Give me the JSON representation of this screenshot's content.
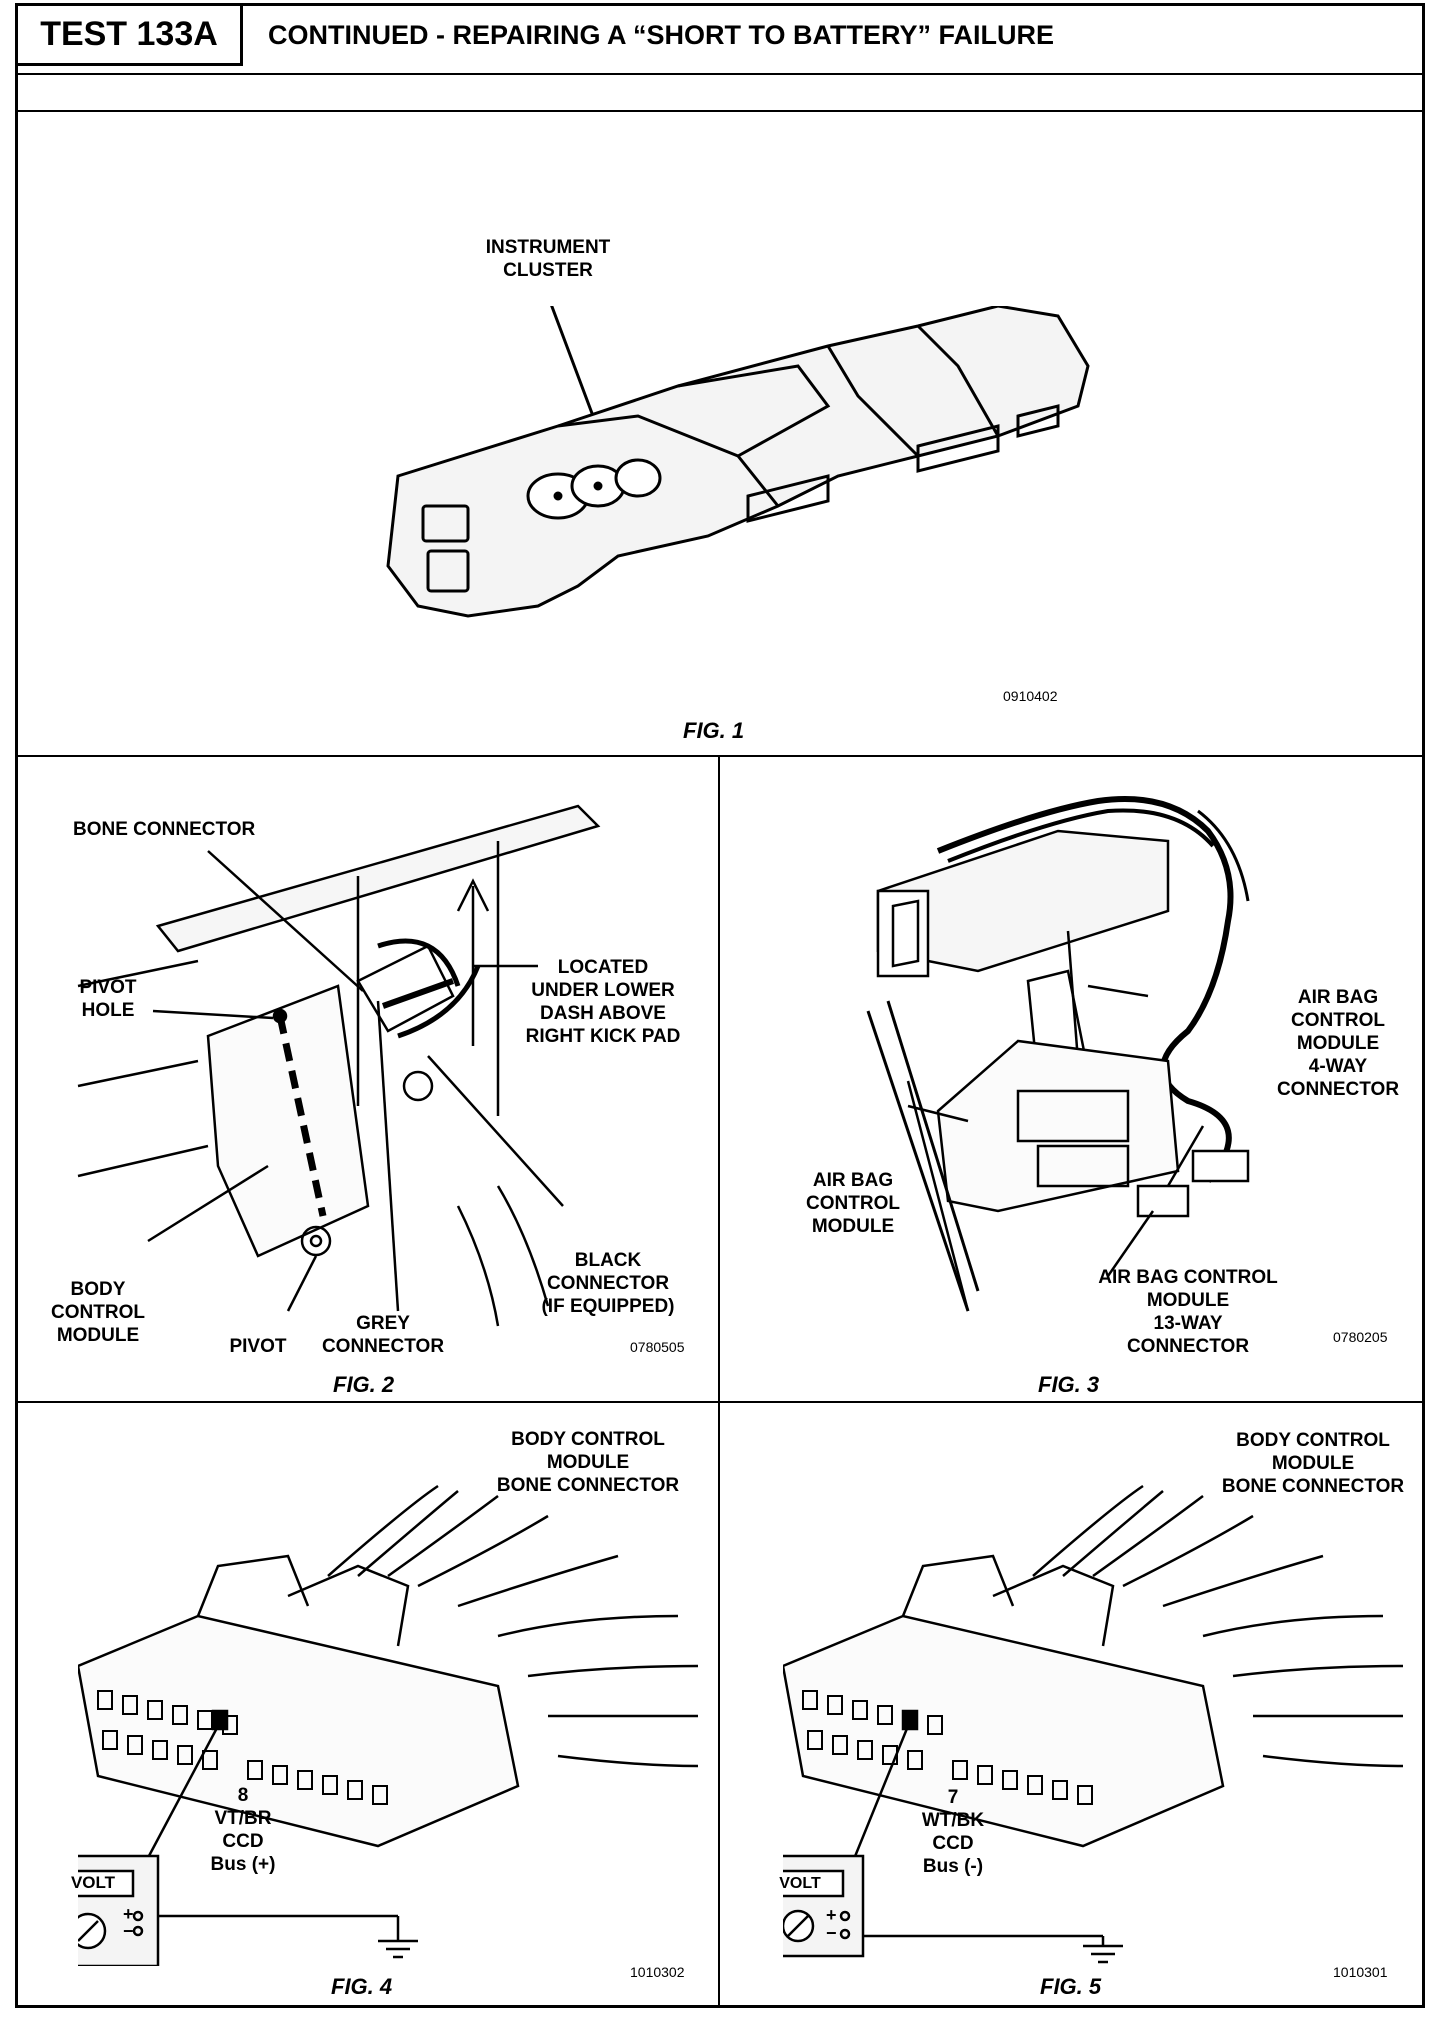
{
  "header": {
    "test_label": "TEST 133A",
    "title": "CONTINUED - REPAIRING A “SHORT TO BATTERY” FAILURE"
  },
  "fig1": {
    "caption": "FIG. 1",
    "code": "0910402",
    "labels": {
      "instrument_cluster": [
        "INSTRUMENT",
        "CLUSTER"
      ]
    }
  },
  "fig2": {
    "caption": "FIG. 2",
    "code": "0780505",
    "labels": {
      "bone_connector": "BONE CONNECTOR",
      "pivot_hole": [
        "PIVOT",
        "HOLE"
      ],
      "located": [
        "LOCATED",
        "UNDER LOWER",
        "DASH ABOVE",
        "RIGHT KICK PAD"
      ],
      "body_control_module": [
        "BODY",
        "CONTROL",
        "MODULE"
      ],
      "pivot": "PIVOT",
      "grey_connector": [
        "GREY",
        "CONNECTOR"
      ],
      "black_connector": [
        "BLACK",
        "CONNECTOR",
        "(IF EQUIPPED)"
      ]
    }
  },
  "fig3": {
    "caption": "FIG. 3",
    "code": "0780205",
    "labels": {
      "abcm_4way": [
        "AIR BAG",
        "CONTROL",
        "MODULE",
        "4-WAY",
        "CONNECTOR"
      ],
      "abcm": [
        "AIR BAG",
        "CONTROL",
        "MODULE"
      ],
      "abcm_13way": [
        "AIR BAG CONTROL",
        "MODULE",
        "13-WAY",
        "CONNECTOR"
      ]
    }
  },
  "fig4": {
    "caption": "FIG. 4",
    "code": "1010302",
    "labels": {
      "bcm_bone": [
        "BODY CONTROL",
        "MODULE",
        "BONE CONNECTOR"
      ],
      "pin": [
        "8",
        "VT/BR",
        "CCD",
        "Bus (+)"
      ],
      "meter": "VOLT",
      "plus": "+",
      "minus": "−"
    }
  },
  "fig5": {
    "caption": "FIG. 5",
    "code": "1010301",
    "labels": {
      "bcm_bone": [
        "BODY CONTROL",
        "MODULE",
        "BONE CONNECTOR"
      ],
      "pin": [
        "7",
        "WT/BK",
        "CCD",
        "Bus (-)"
      ],
      "meter": "VOLT",
      "plus": "+",
      "minus": "−"
    }
  }
}
